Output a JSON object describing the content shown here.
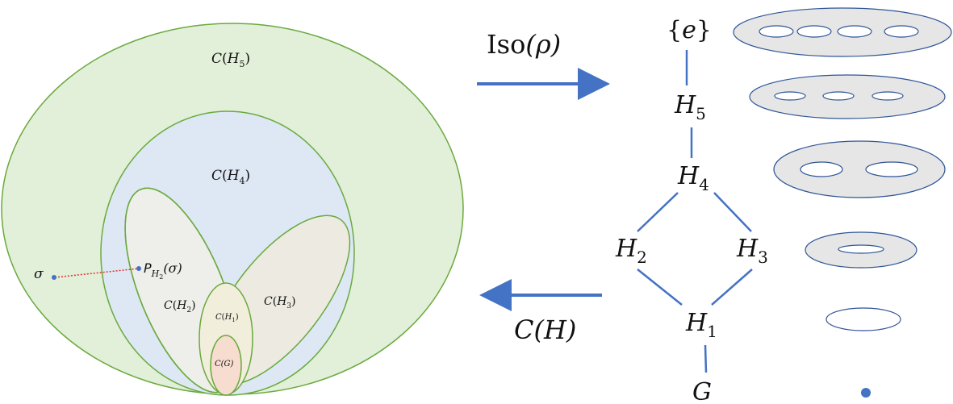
{
  "venn": {
    "outer": {
      "label": "C",
      "sub": "5"
    },
    "middle": {
      "label": "C",
      "sub": "4"
    },
    "left_petal": {
      "label": "C",
      "sub": "2"
    },
    "right_petal": {
      "label": "C",
      "sub": "3"
    },
    "inner": {
      "label": "C",
      "sub": "1"
    },
    "core": {
      "label": "C(G)"
    },
    "point": {
      "sigma": "σ",
      "proj_P": "P",
      "proj_sub": "2",
      "proj_arg": "(σ)"
    }
  },
  "arrows": {
    "top_label_iso": "Iso",
    "top_label_rho": "(ρ)",
    "bottom_label": "C(H)"
  },
  "lattice": {
    "top": "{e}",
    "nodes": [
      {
        "name": "H",
        "sub": "5"
      },
      {
        "name": "H",
        "sub": "4"
      },
      {
        "name": "H",
        "sub": "2"
      },
      {
        "name": "H",
        "sub": "3"
      },
      {
        "name": "H",
        "sub": "1"
      }
    ],
    "bottom": "G"
  },
  "colors": {
    "outer_fill": "#e2efd9",
    "middle_fill": "#dde8f4",
    "petal_fill": "#eeeeea",
    "right_petal_fill": "#eeeadd",
    "inner_fill": "#f1eedc",
    "core_fill": "#f7dcd0",
    "ellipse_stroke": "#6aaa3e",
    "blue": "#4472c4",
    "surface_fill": "#e6e6e6",
    "dotted": "#e0312a"
  }
}
